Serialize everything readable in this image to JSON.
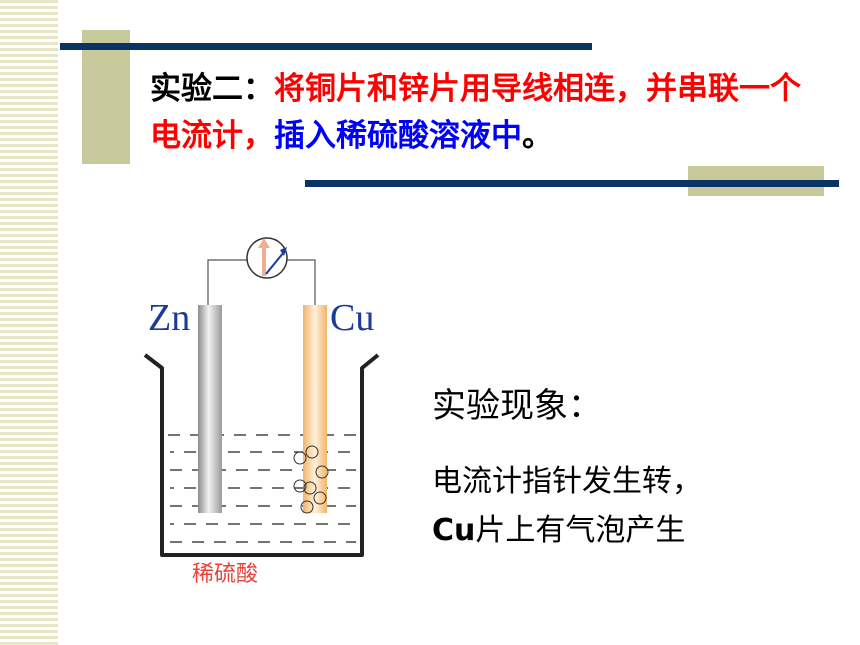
{
  "title": {
    "lead": "实验二：",
    "red": "将铜片和锌片用导线相连，并串联一个电流计，",
    "blue": "插入稀硫酸溶液中",
    "end": "。"
  },
  "diagram": {
    "zn_label": "Zn",
    "cu_label": "Cu",
    "acid_label": "稀硫酸",
    "meter_icon": "galvanometer-icon"
  },
  "observation": {
    "heading": "实验现象：",
    "line1": "电流计指针发生转，",
    "line2_bold": "Cu",
    "line2_rest": "片上有气泡产生"
  },
  "colors": {
    "navy": "#0c3366",
    "olive": "#c8c99a",
    "red": "#ff0000",
    "blue": "#0000ff",
    "label_blue": "#1b3a9a",
    "acid_red": "#e8423a"
  }
}
